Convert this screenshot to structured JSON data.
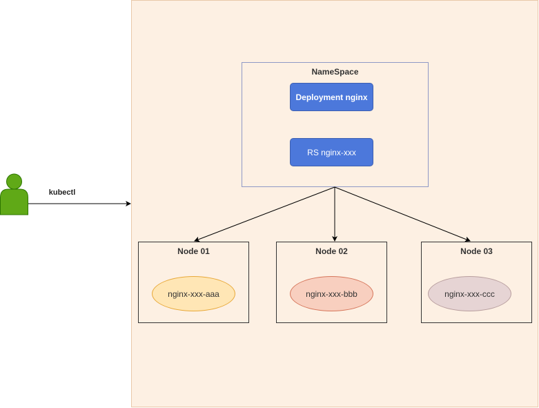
{
  "namespace": {
    "title": "NameSpace",
    "deployment_label": "Deployment  nginx",
    "replicaset_label": "RS  nginx-xxx"
  },
  "user": {
    "icon": "user-icon",
    "color": "#60a917",
    "edge_label": "kubectl"
  },
  "nodes": [
    {
      "title": "Node 01",
      "pod": "nginx-xxx-aaa",
      "pod_color": "#ffe6b5"
    },
    {
      "title": "Node 02",
      "pod": "nginx-xxx-bbb",
      "pod_color": "#f8cfbf"
    },
    {
      "title": "Node 03",
      "pod": "nginx-xxx-ccc",
      "pod_color": "#e6d4d4"
    }
  ],
  "colors": {
    "cluster_background": "#fdf0e3",
    "controller_blue": "#4c78db"
  }
}
